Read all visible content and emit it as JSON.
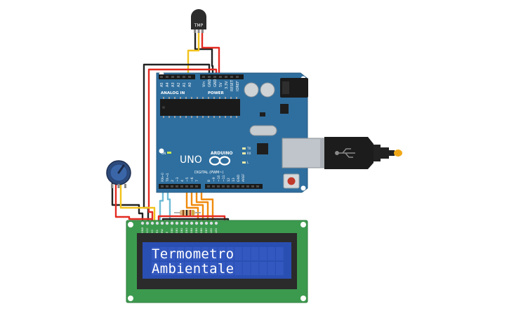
{
  "tmp_sensor": {
    "label": "TMP"
  },
  "arduino": {
    "brand": "ARDUINO",
    "model": "UNO",
    "analog_label": "ANALOG IN",
    "power_label": "POWER",
    "digital_label": "DIGITAL (PWM~)",
    "analog_pins": [
      "A5",
      "A4",
      "A3",
      "A2",
      "A1",
      "A0"
    ],
    "power_pins": [
      "Vin",
      "GND",
      "GND",
      "5V",
      "3.3V",
      "RESET",
      "IOREF"
    ],
    "digital_pins_left": [
      "RX←0",
      "TX→1",
      "2",
      "~3",
      "4",
      "~5",
      "~6",
      "7"
    ],
    "digital_pins_right": [
      "8",
      "~9",
      "~10",
      "~11",
      "12",
      "13",
      "GND",
      "AREF"
    ],
    "led_on": "ON",
    "led_tx": "TX",
    "led_rx": "RX",
    "led_l": "L"
  },
  "lcd": {
    "line1": "Termometro",
    "line2": "Ambientale",
    "pins": [
      "GND",
      "VCC",
      "V0",
      "RS",
      "RW",
      "E",
      "DB0",
      "DB1",
      "DB2",
      "DB3",
      "DB4",
      "DB5",
      "DB6",
      "DB7",
      "LED",
      "LED"
    ]
  },
  "colors": {
    "board": "#2f6f9f",
    "lcd_pcb": "#3c9a4e",
    "lcd_screen": "#2a4fb3",
    "wire_red": "#e32b22",
    "wire_black": "#222222",
    "wire_yellow": "#f2c21b",
    "wire_orange": "#f08a0c",
    "wire_cyan": "#6fbcd6"
  }
}
